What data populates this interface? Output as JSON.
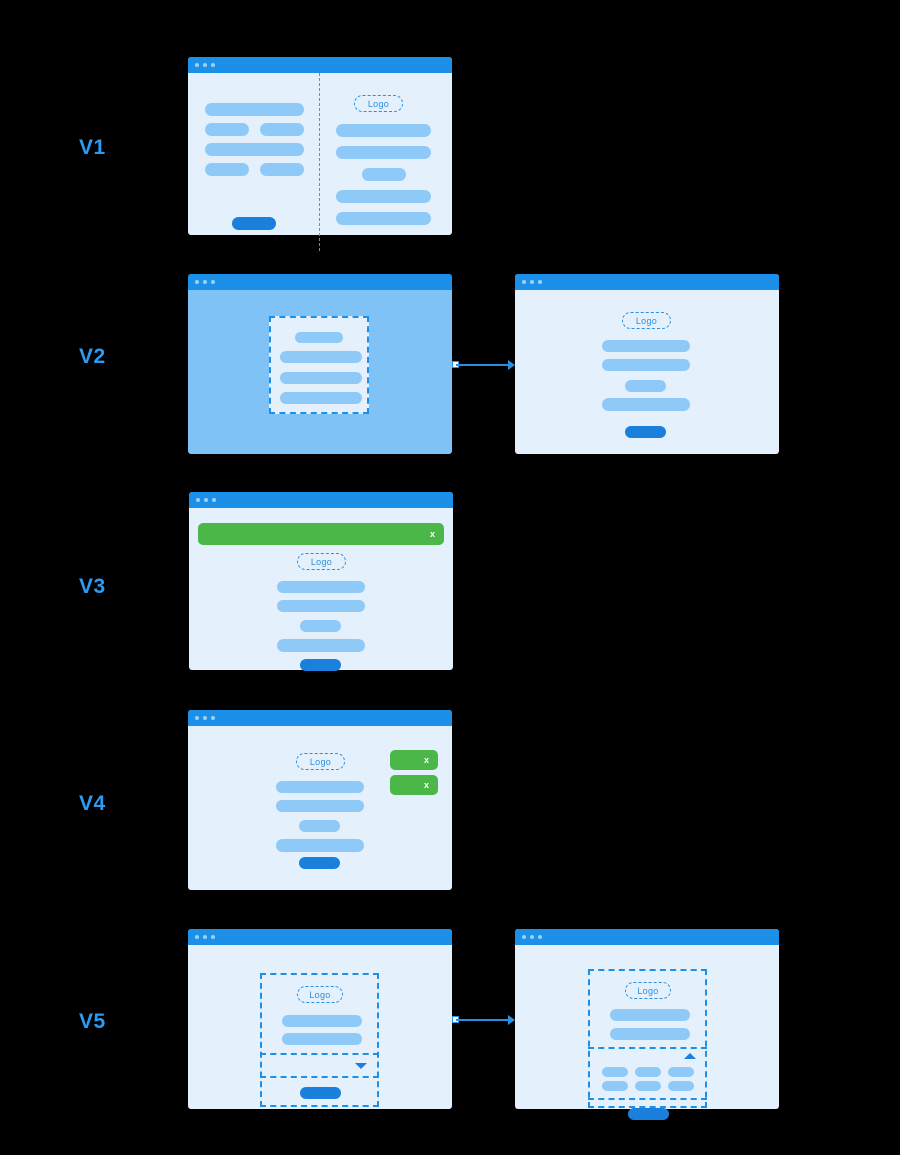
{
  "diagram": {
    "title": "UI wireframe version flow",
    "background_color": "#000000",
    "accent_color": "#1C8FE8",
    "pill_color": "#8FC9F7",
    "cta_color": "#1A80DC",
    "success_color": "#4CB749",
    "window_bg": "#E4F1FC",
    "window_alt_bg": "#7FC2F5"
  },
  "rows": [
    {
      "label": "V1"
    },
    {
      "label": "V2"
    },
    {
      "label": "V3"
    },
    {
      "label": "V4"
    },
    {
      "label": "V5"
    }
  ],
  "labels": {
    "logo": "Logo",
    "close": "x"
  },
  "v1": {
    "window_title_dots": 3,
    "divider": "vertical-dashed",
    "left_panel": {
      "rows": [
        "full",
        "split",
        "full",
        "split"
      ],
      "cta": true
    },
    "right_panel": {
      "logo": "Logo",
      "rows": [
        "full",
        "full",
        "short",
        "full",
        "full"
      ]
    }
  },
  "v2": {
    "left_window": {
      "body_style": "solid-blue",
      "modal": {
        "border": "dashed",
        "rows": [
          "short",
          "full",
          "full",
          "full"
        ]
      }
    },
    "connector": "arrow-right",
    "right_window": {
      "logo": "Logo",
      "rows": [
        "full",
        "full",
        "short",
        "full"
      ],
      "cta": true
    }
  },
  "v3": {
    "banner": {
      "type": "success",
      "close_label": "x"
    },
    "logo": "Logo",
    "rows": [
      "full",
      "full",
      "short",
      "full"
    ],
    "cta": true
  },
  "v4": {
    "toasts": [
      {
        "close_label": "x"
      },
      {
        "close_label": "x"
      }
    ],
    "logo": "Logo",
    "rows": [
      "full",
      "full",
      "short",
      "full"
    ],
    "cta": true
  },
  "v5": {
    "left_window": {
      "card": {
        "border": "dashed"
      },
      "logo": "Logo",
      "rows": [
        "full",
        "full"
      ],
      "accordion": {
        "state": "collapsed",
        "chevron": "down"
      },
      "cta": true
    },
    "connector": "arrow-right",
    "right_window": {
      "card": {
        "border": "dashed"
      },
      "logo": "Logo",
      "rows": [
        "full",
        "full"
      ],
      "accordion": {
        "state": "expanded",
        "chevron": "up",
        "grid_columns": 3,
        "grid_rows": 2
      },
      "cta": true
    }
  }
}
